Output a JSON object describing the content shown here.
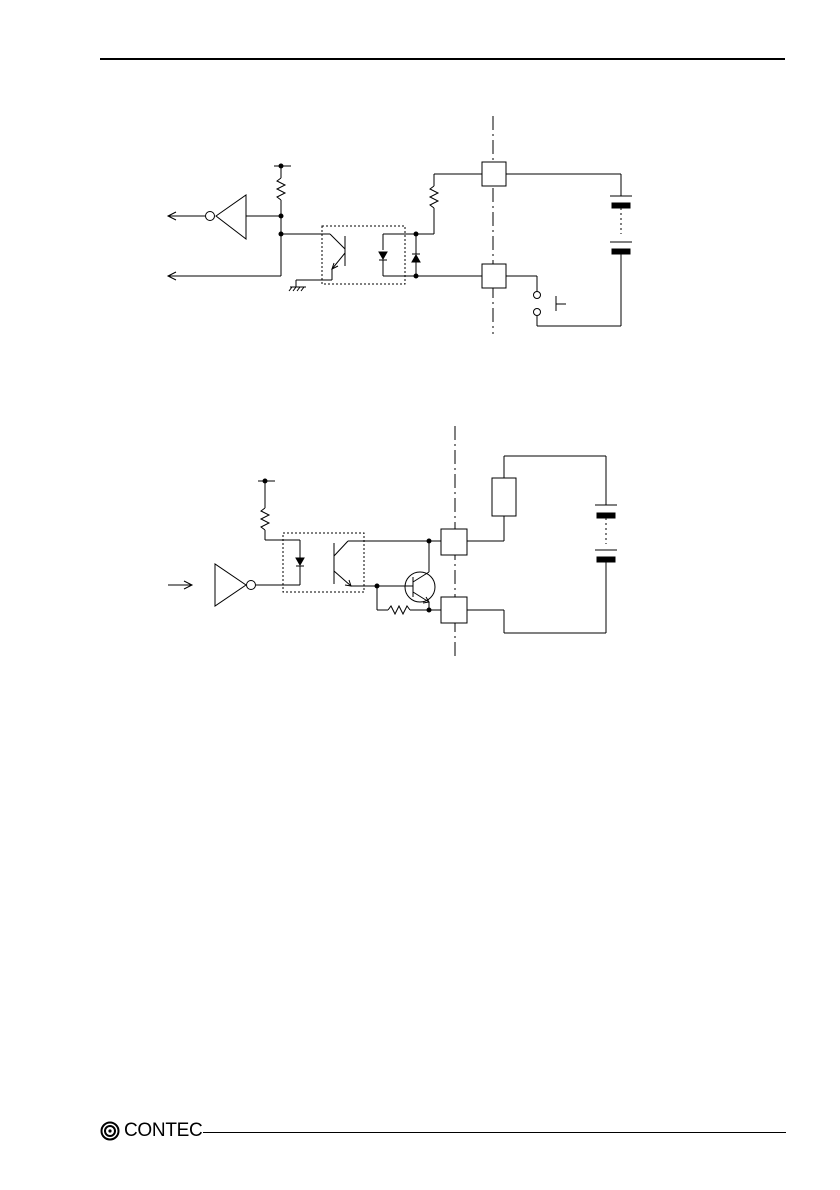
{
  "page": {
    "header_rule": true
  },
  "diagrams": [
    {
      "id": "input-circuit"
    },
    {
      "id": "output-circuit"
    }
  ],
  "footer": {
    "brand": "CONTEC"
  }
}
